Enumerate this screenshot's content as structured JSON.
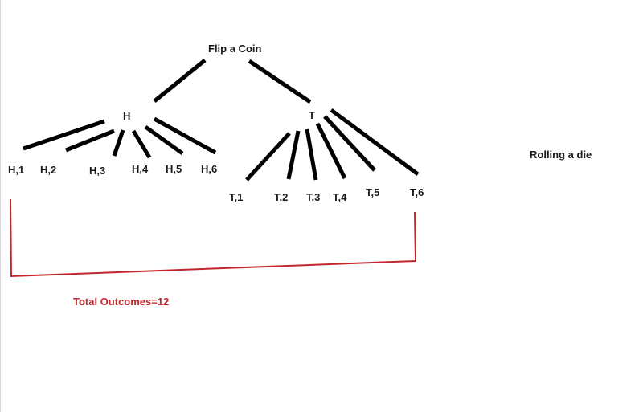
{
  "diagram": {
    "root_label": "Flip a Coin",
    "side_label": "Rolling a die",
    "total_label": "Total Outcomes=12",
    "colors": {
      "ink": "#000000",
      "bracket": "#c0272d",
      "total_text": "#c0272d"
    },
    "heads": {
      "label": "H",
      "outcomes": [
        "H,1",
        "H,2",
        "H,3",
        "H,4",
        "H,5",
        "H,6"
      ]
    },
    "tails": {
      "label": "T",
      "outcomes": [
        "T,1",
        "T,2",
        "T,3",
        "T,4",
        "T,5",
        "T,6"
      ]
    }
  }
}
